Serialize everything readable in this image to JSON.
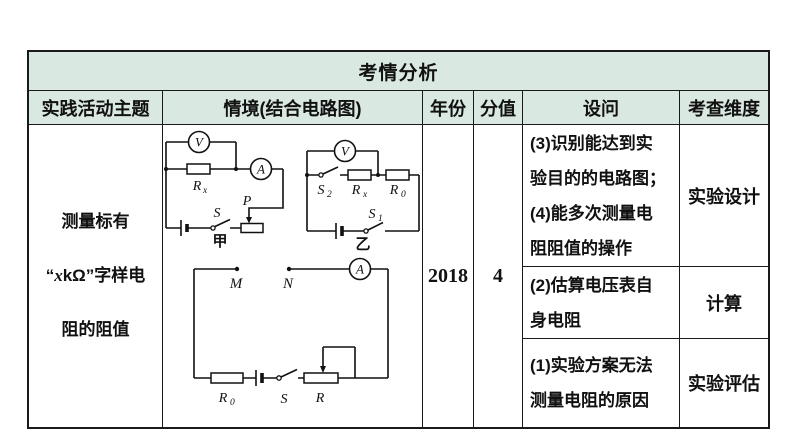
{
  "colors": {
    "header_green": "#d9e8e0",
    "border": "#1a1a1a",
    "text": "#111111"
  },
  "table": {
    "title": "考情分析",
    "columns": [
      "实践活动主题",
      "情境(结合电路图)",
      "年份",
      "分值",
      "设问",
      "考查维度"
    ],
    "row": {
      "theme": {
        "line1": "测量标有",
        "line2_open": "“",
        "line2_x": "x",
        "line2_rest": "kΩ”字样电",
        "line3": "阻的阻值"
      },
      "year": "2018",
      "score": "4",
      "questions": [
        {
          "text": "(3)识别能达到实\n验目的的电路图；\n(4)能多次测量电\n阻阻值的操作",
          "dimension": "实验设计"
        },
        {
          "text": "(2)估算电压表自\n身电阻",
          "dimension": "计算"
        },
        {
          "text": "(1)实验方案无法\n测量电阻的原因",
          "dimension": "实验评估"
        }
      ]
    }
  },
  "circuits": {
    "fig1_caption": "甲",
    "fig2_caption": "乙",
    "voltmeter": "V",
    "ammeter": "A",
    "resistor": "R",
    "sub_x": "x",
    "sub_0": "0",
    "switch": "S",
    "sub_1": "1",
    "sub_2": "2",
    "slider": "P",
    "terminal_m": "M",
    "terminal_n": "N"
  }
}
